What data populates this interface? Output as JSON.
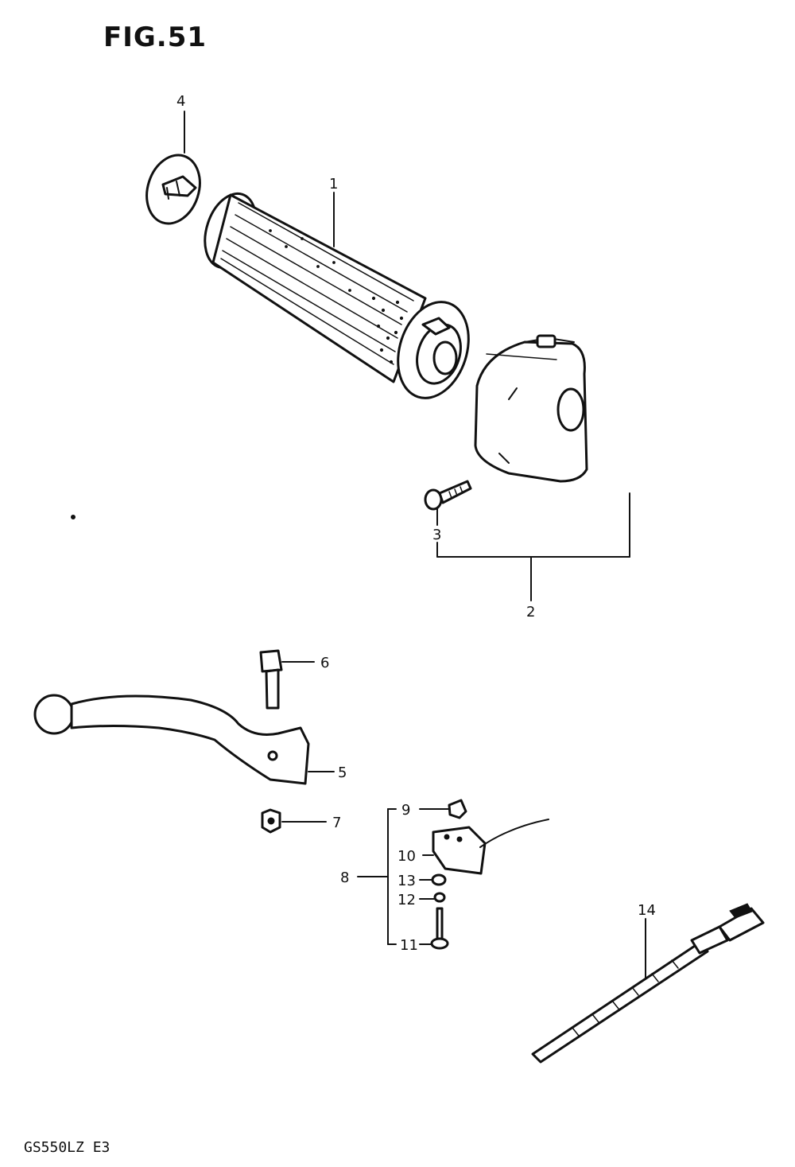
{
  "figure": {
    "title": "FIG.51",
    "model_code": "GS550LZ E3"
  },
  "callouts": {
    "c1": "1",
    "c2": "2",
    "c3": "3",
    "c4": "4",
    "c5": "5",
    "c6": "6",
    "c7": "7",
    "c8": "8",
    "c9": "9",
    "c10": "10",
    "c11": "11",
    "c12": "12",
    "c13": "13",
    "c14": "14"
  }
}
